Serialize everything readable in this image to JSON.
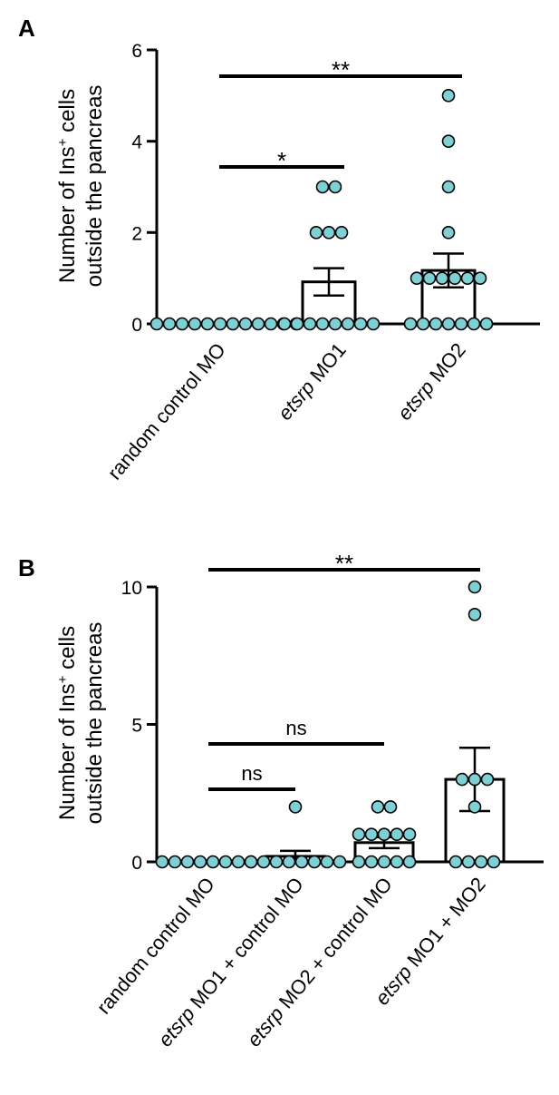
{
  "theme": {
    "point_color": "#7fd0d4",
    "axis_color": "#000000",
    "bar_fill": "#ffffff"
  },
  "panels": [
    {
      "letter": "A",
      "ylabel_line1": "Number of Ins",
      "ylabel_sup": "+",
      "ylabel_line1_tail": " cells",
      "ylabel_line2": "outside the pancreas"
    },
    {
      "letter": "B",
      "ylabel_line1": "Number of Ins",
      "ylabel_sup": "+",
      "ylabel_line1_tail": " cells",
      "ylabel_line2": "outside the pancreas"
    }
  ],
  "chart_data": [
    {
      "type": "bar",
      "panel": "A",
      "ylim": [
        0,
        6
      ],
      "yticks": [
        "0",
        "2",
        "4",
        "6"
      ],
      "categories": [
        {
          "italic": "",
          "plain": "random control MO"
        },
        {
          "italic": "etsrp",
          "plain": " MO1"
        },
        {
          "italic": "etsrp",
          "plain": " MO2"
        }
      ],
      "means": [
        0,
        0.92,
        1.17
      ],
      "sem": [
        0,
        0.3,
        0.37
      ],
      "points": [
        [
          0,
          0,
          0,
          0,
          0,
          0,
          0,
          0,
          0,
          0,
          0,
          0
        ],
        [
          3,
          3,
          2,
          2,
          2,
          0,
          0,
          0,
          0,
          0,
          0,
          0,
          0
        ],
        [
          5,
          4,
          3,
          2,
          1,
          1,
          1,
          1,
          1,
          1,
          0,
          0,
          0,
          0,
          0,
          0,
          0
        ]
      ],
      "comparisons": [
        {
          "from": 0,
          "to": 1,
          "label": "*"
        },
        {
          "from": 0,
          "to": 2,
          "label": "**"
        }
      ]
    },
    {
      "type": "bar",
      "panel": "B",
      "ylim": [
        0,
        10
      ],
      "yticks": [
        "0",
        "5",
        "10"
      ],
      "categories": [
        {
          "italic": "",
          "plain": "random control MO"
        },
        {
          "italic": "etsrp",
          "plain": " MO1 + control MO"
        },
        {
          "italic": "etsrp",
          "plain": " MO2 + control MO"
        },
        {
          "italic": "etsrp",
          "plain": " MO1 + MO2"
        }
      ],
      "means": [
        0,
        0.2,
        0.7,
        3.0
      ],
      "sem": [
        0,
        0.2,
        0.2,
        1.15
      ],
      "points": [
        [
          0,
          0,
          0,
          0,
          0,
          0,
          0,
          0
        ],
        [
          2,
          0,
          0,
          0,
          0,
          0,
          0,
          0,
          0
        ],
        [
          2,
          2,
          1,
          1,
          1,
          1,
          1,
          0,
          0,
          0,
          0,
          0
        ],
        [
          10,
          9,
          3,
          3,
          3,
          2,
          0,
          0,
          0,
          0
        ]
      ],
      "comparisons": [
        {
          "from": 0,
          "to": 3,
          "label": "**"
        },
        {
          "from": 0,
          "to": 2,
          "label": "ns"
        },
        {
          "from": 0,
          "to": 1,
          "label": "ns"
        }
      ]
    }
  ]
}
